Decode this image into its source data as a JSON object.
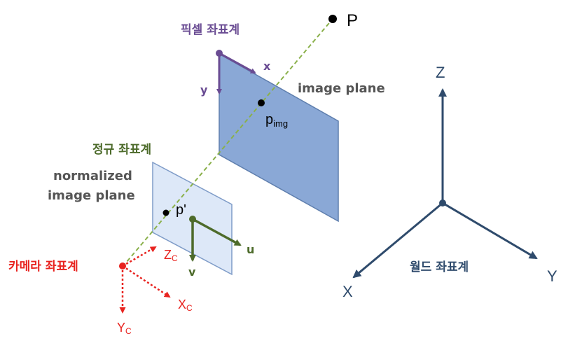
{
  "point": {
    "label": "P"
  },
  "pixel_coords": {
    "title": "픽셀 좌표계",
    "x_label": "x",
    "y_label": "y"
  },
  "image_plane": {
    "label": "image plane",
    "point_base": "p",
    "point_sub": "img"
  },
  "normalized_coords": {
    "title": "정규 좌표계",
    "u_label": "u",
    "v_label": "v"
  },
  "normalized_plane": {
    "label_line1": "normalized",
    "label_line2": "image plane",
    "point_label": "p'"
  },
  "camera_coords": {
    "title": "카메라 좌표계",
    "z_base": "Z",
    "z_sub": "C",
    "x_base": "X",
    "x_sub": "C",
    "y_base": "Y",
    "y_sub": "C"
  },
  "world_coords": {
    "title": "월드 좌표계",
    "z_label": "Z",
    "x_label": "X",
    "y_label": "Y"
  },
  "colors": {
    "pixel": "#6a4c93",
    "normalized": "#4d6b2b",
    "camera": "#e8231f",
    "world": "#2f4b6c",
    "ray": "#8ab04a",
    "image_plane_fill": "#8aa8d6",
    "normalized_plane_fill": "#dde8f8",
    "text_gray": "#555555"
  }
}
